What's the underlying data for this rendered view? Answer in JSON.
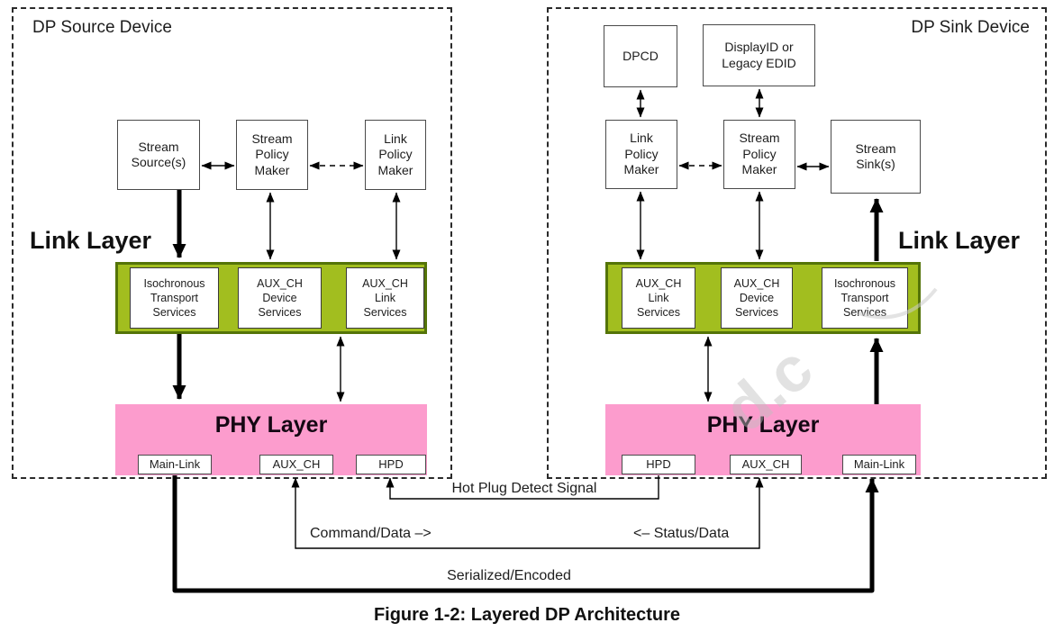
{
  "colors": {
    "green_fill": "#a2be1f",
    "green_border": "#547408",
    "pink_fill": "#fc9ccd",
    "line": "#000000"
  },
  "source_device": {
    "title": "DP Source Device",
    "link_layer_label": "Link Layer",
    "stream_source": "Stream\nSource(s)",
    "stream_policy_maker": "Stream\nPolicy\nMaker",
    "link_policy_maker": "Link\nPolicy\nMaker",
    "link_layer_services": {
      "isochronous": "Isochronous\nTransport\nServices",
      "aux_device": "AUX_CH\nDevice\nServices",
      "aux_link": "AUX_CH\nLink\nServices"
    },
    "phy": {
      "title": "PHY Layer",
      "main_link": "Main-Link",
      "aux_ch": "AUX_CH",
      "hpd": "HPD"
    }
  },
  "sink_device": {
    "title": "DP Sink Device",
    "link_layer_label": "Link Layer",
    "dpcd": "DPCD",
    "displayid": "DisplayID or\nLegacy EDID",
    "link_policy_maker": "Link\nPolicy\nMaker",
    "stream_policy_maker": "Stream\nPolicy\nMaker",
    "stream_sink": "Stream\nSink(s)",
    "link_layer_services": {
      "aux_link": "AUX_CH\nLink\nServices",
      "aux_device": "AUX_CH\nDevice\nServices",
      "isochronous": "Isochronous\nTransport\nServices"
    },
    "phy": {
      "title": "PHY Layer",
      "hpd": "HPD",
      "aux_ch": "AUX_CH",
      "main_link": "Main-Link"
    }
  },
  "interconnect": {
    "hot_plug": "Hot Plug Detect Signal",
    "command_data": "Command/Data –>",
    "status_data": "<– Status/Data",
    "serialized": "Serialized/Encoded"
  },
  "caption": "Figure 1-2: Layered DP Architecture",
  "watermark": "d.c"
}
